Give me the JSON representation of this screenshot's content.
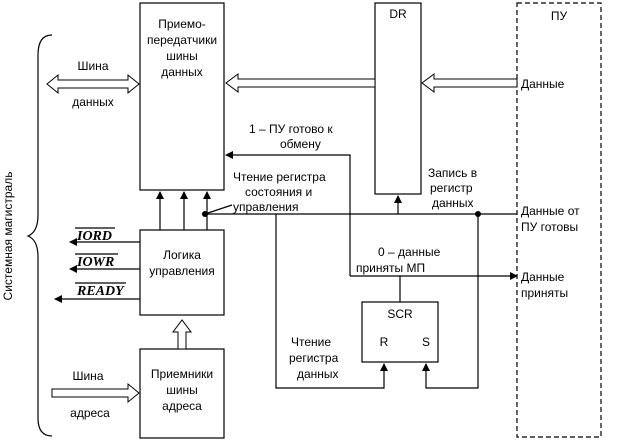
{
  "side_label": "Системная магистраль",
  "blocks": {
    "transceivers": [
      "Приемо-",
      "передатчики",
      "шины",
      "данных"
    ],
    "logic": [
      "Логика",
      "управления"
    ],
    "receivers": [
      "Приемники",
      "шины",
      "адреса"
    ],
    "dr": "DR",
    "pu": "ПУ",
    "scr": {
      "title": "SCR",
      "r": "R",
      "s": "S"
    }
  },
  "bus_data": {
    "top": "Шина",
    "bottom": "данных"
  },
  "bus_addr": {
    "top": "Шина",
    "bottom": "адреса"
  },
  "signals": {
    "iord": "IORD",
    "iowr": "IOWR",
    "ready": "READY"
  },
  "labels": {
    "pu_ready": [
      "1 – ПУ готово к",
      "обмену"
    ],
    "read_status": [
      "Чтение регистра",
      "состояния и",
      "управления"
    ],
    "write_reg": [
      "Запись в",
      "регистр",
      "данных"
    ],
    "data_accepted_mp": [
      "0 – данные",
      "приняты МП"
    ],
    "read_data_reg": [
      "Чтение",
      "регистра",
      "данных"
    ]
  },
  "pu_io": {
    "data": "Данные",
    "data_ready": [
      "Данные от",
      "ПУ готовы"
    ],
    "data_accepted": [
      "Данные",
      "приняты"
    ]
  }
}
